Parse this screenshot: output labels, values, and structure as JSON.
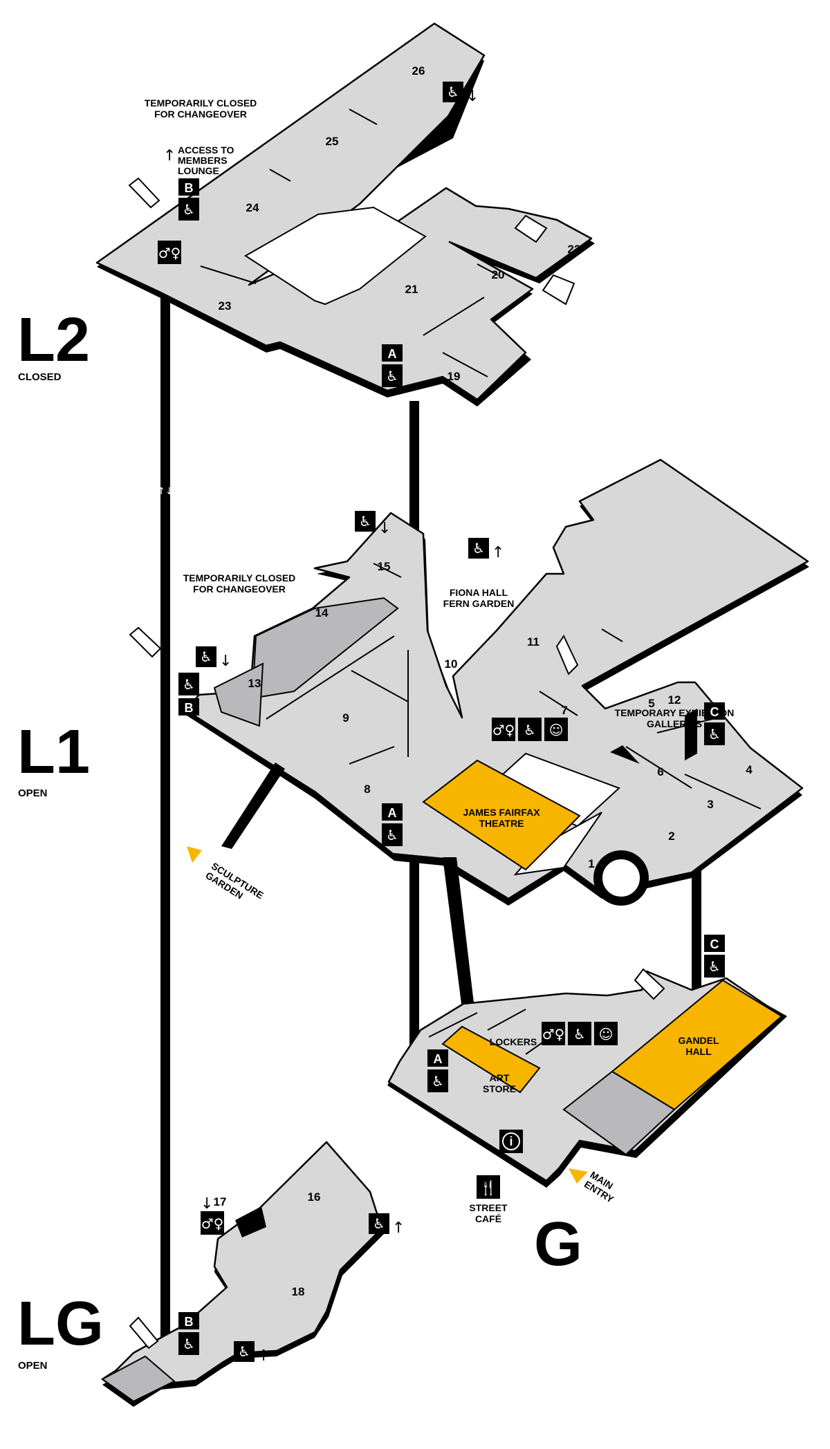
{
  "levels": {
    "l2": {
      "name": "L2",
      "status": "CLOSED"
    },
    "l1": {
      "name": "L1",
      "status": "OPEN"
    },
    "g": {
      "name": "G"
    },
    "lg": {
      "name": "LG",
      "status": "OPEN"
    }
  },
  "notes": {
    "l2_closed_line1": "TEMPORARILY CLOSED",
    "l2_closed_line2": "FOR CHANGEOVER",
    "members_line1": "ACCESS TO",
    "members_line2": "MEMBERS",
    "members_line3": "LOUNGE",
    "l1_closed_line1": "TEMPORARILY CLOSED",
    "l1_closed_line2": "FOR CHANGEOVER",
    "fern_line1": "FIONA HALL",
    "fern_line2": "FERN GARDEN",
    "temp_line1": "TEMPORARY EXHIBITION",
    "temp_line2": "GALLERIES",
    "theatre_line1": "JAMES FAIRFAX",
    "theatre_line2": "THEATRE",
    "sculpture_line1": "SCULPTURE",
    "sculpture_line2": "GARDEN",
    "lockers": "LOCKERS",
    "art_line1": "ART",
    "art_line2": "STORE",
    "gandel_line1": "GANDEL",
    "gandel_line2": "HALL",
    "cafe_line1": "STREET",
    "cafe_line2": "CAFÉ",
    "entry_line1": "MAIN",
    "entry_line2": "ENTRY"
  },
  "rooms": {
    "r1": "1",
    "r2": "2",
    "r3": "3",
    "r4": "4",
    "r5": "5",
    "r6": "6",
    "r7": "7",
    "r8": "8",
    "r9": "9",
    "r10": "10",
    "r11": "11",
    "r12": "12",
    "r13": "13",
    "r14": "14",
    "r15": "15",
    "r16": "16",
    "r17": "17",
    "r18": "18",
    "r19": "19",
    "r20": "20",
    "r21": "21",
    "r22": "22",
    "r23": "23",
    "r24": "24",
    "r25": "25",
    "r26": "26"
  },
  "lifts": {
    "a": "A",
    "b": "B",
    "c": "C"
  },
  "icons": {
    "toilets": "toilets-icon",
    "accessible": "accessible-toilet-icon",
    "baby": "baby-change-icon",
    "ramp": "ramp-icon",
    "info": "information-icon",
    "cafe": "cafe-icon",
    "lift": "lift-icon"
  },
  "colors": {
    "floor": "#d8d8d8",
    "floor_dark": "#b9b9bb",
    "highlight": "#f7b500",
    "ink": "#000000"
  }
}
